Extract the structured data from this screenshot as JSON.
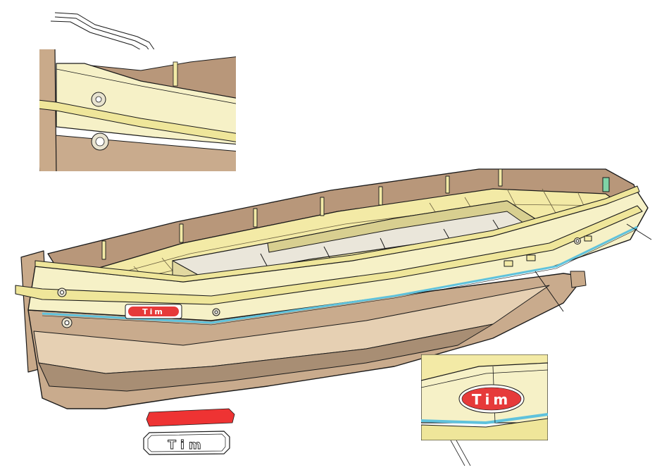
{
  "boat": {
    "name": "Tim",
    "colors": {
      "outline": "#1a1a1a",
      "wale_cream": "#f6f1c7",
      "deck_yellow": "#f3eaa6",
      "hull_tan": "#c9ab8d",
      "hull_dark": "#a88e74",
      "hull_light": "#e6d0b3",
      "rub_rail": "#efe69a",
      "stripe_blue": "#5fc2dc",
      "bulwark_inner": "#b8977a",
      "stem_wood": "#c9aa8a"
    }
  },
  "nameplate": {
    "label": "Tim",
    "fill": "#e63a3a",
    "text_color": "#ffffff"
  },
  "loose_parts": {
    "red_strip_color": "#ee3333",
    "blank_plate_label": "Tim"
  },
  "detail_bottom_right": {
    "label": "Tim"
  },
  "icons": [
    "porthole-icon",
    "cleat-icon",
    "leader-line"
  ]
}
